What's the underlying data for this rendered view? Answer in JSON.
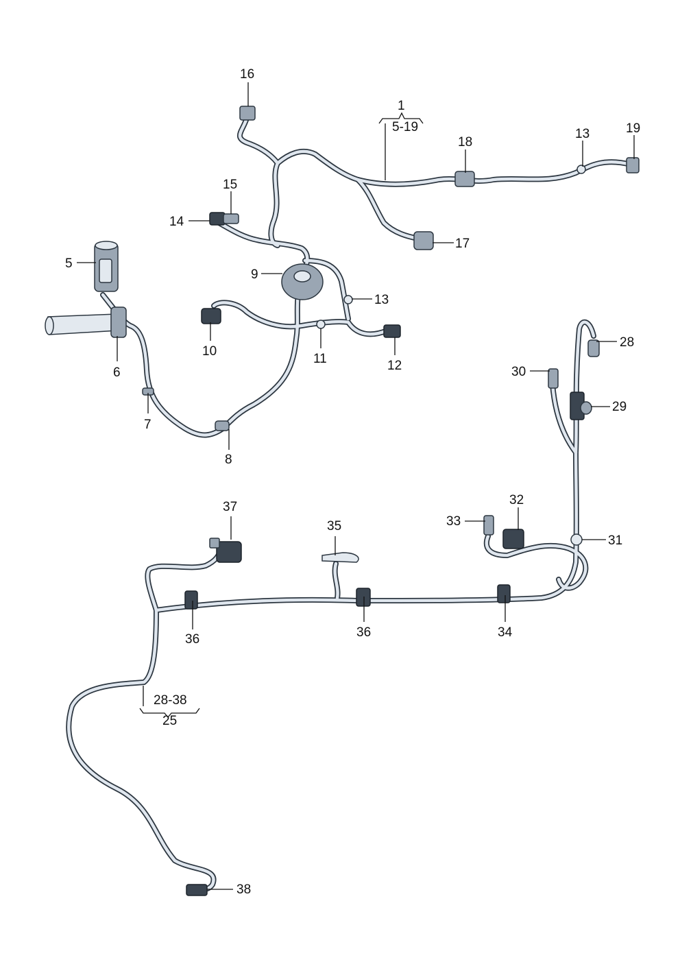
{
  "callouts": {
    "c1": "1",
    "c5_19": "5-19",
    "c5": "5",
    "c6": "6",
    "c7": "7",
    "c8": "8",
    "c9": "9",
    "c10": "10",
    "c11": "11",
    "c12": "12",
    "c13a": "13",
    "c13b": "13",
    "c14": "14",
    "c15": "15",
    "c16": "16",
    "c17": "17",
    "c18": "18",
    "c19": "19",
    "c25": "25",
    "c28_38": "28-38",
    "c28": "28",
    "c29": "29",
    "c30": "30",
    "c31": "31",
    "c32": "32",
    "c33": "33",
    "c34": "34",
    "c35": "35",
    "c36a": "36",
    "c36b": "36",
    "c37": "37",
    "c38": "38"
  },
  "colors": {
    "wire_outline": "#2c3640",
    "wire_fill": "#dfe6ee",
    "part": "#9aa6b3",
    "part_dark": "#3b4550"
  }
}
